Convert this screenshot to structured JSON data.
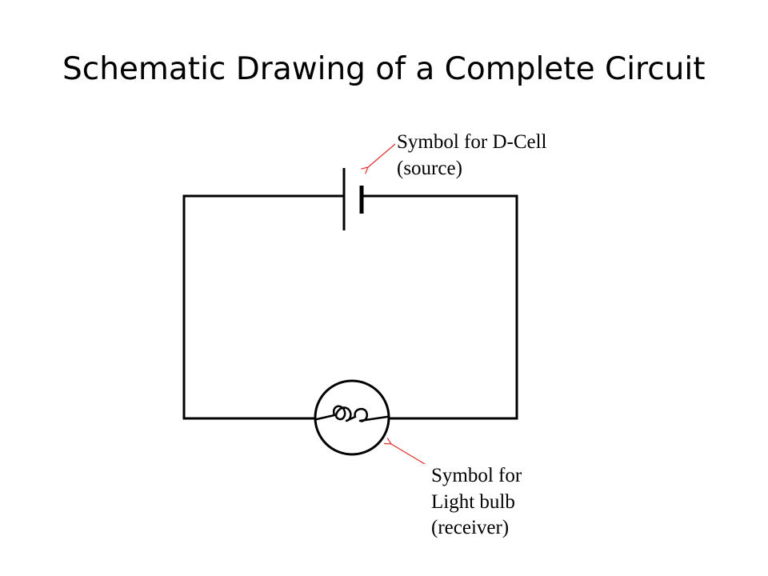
{
  "title": "Schematic Drawing of a Complete Circuit",
  "labels": {
    "cell": {
      "lines": [
        "Symbol for D-Cell",
        "(source)"
      ]
    },
    "bulb": {
      "lines": [
        "Symbol for",
        "Light bulb",
        "(receiver)"
      ]
    }
  },
  "colors": {
    "wire": "#000000",
    "arrow": "#e0302b",
    "text": "#000000"
  }
}
